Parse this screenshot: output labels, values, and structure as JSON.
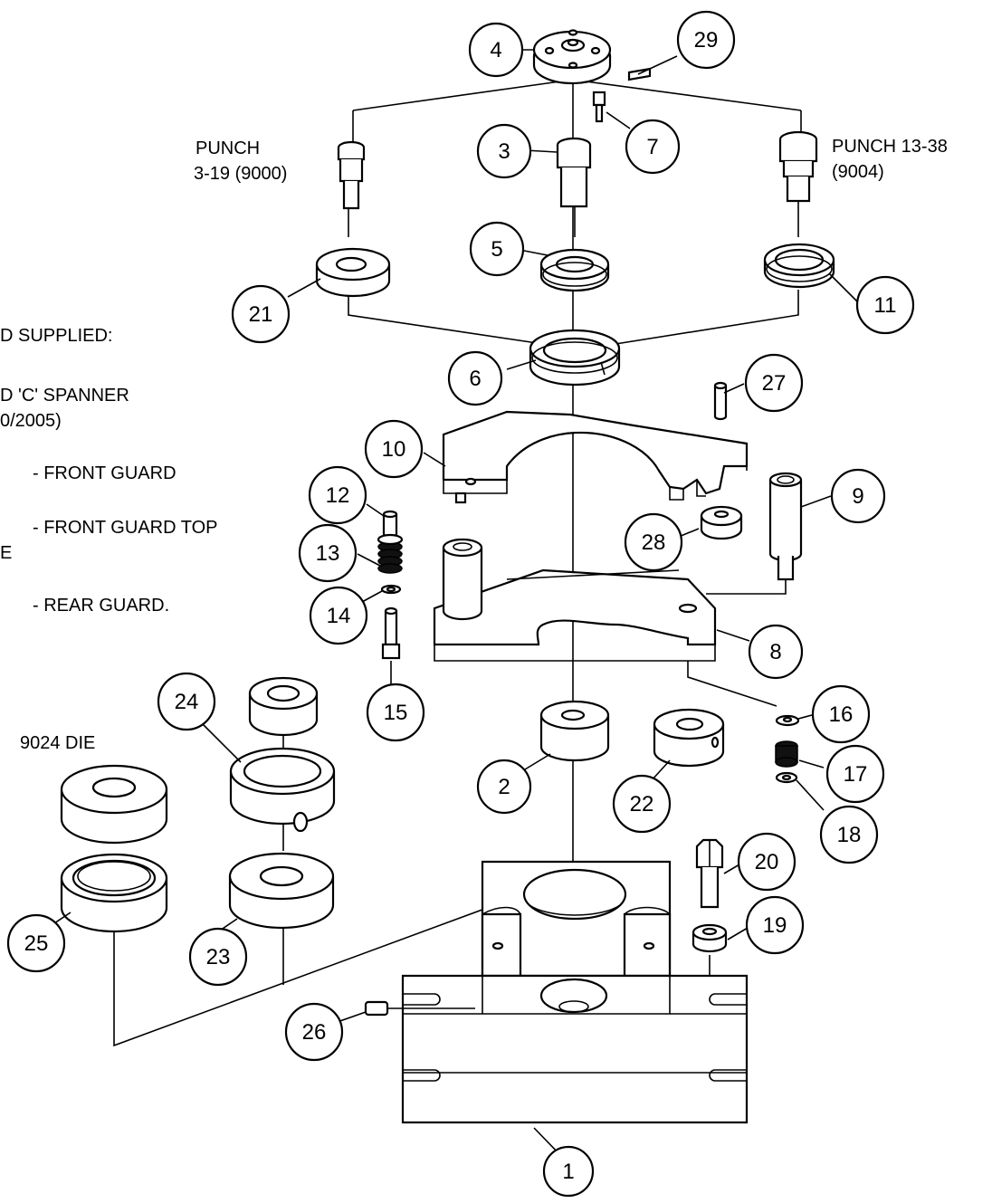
{
  "callouts": {
    "c1": "1",
    "c2": "2",
    "c3": "3",
    "c4": "4",
    "c5": "5",
    "c6": "6",
    "c7": "7",
    "c8": "8",
    "c9": "9",
    "c10": "10",
    "c11": "11",
    "c12": "12",
    "c13": "13",
    "c14": "14",
    "c15": "15",
    "c16": "16",
    "c17": "17",
    "c18": "18",
    "c19": "19",
    "c20": "20",
    "c21": "21",
    "c22": "22",
    "c23": "23",
    "c24": "24",
    "c25": "25",
    "c26": "26",
    "c27": "27",
    "c28": "28",
    "c29": "29"
  },
  "labels": {
    "punch_left_1": "PUNCH",
    "punch_left_2": "3-19 (9000)",
    "punch_right_1": "PUNCH 13-38",
    "punch_right_2": "(9004)",
    "die_9024": "9024 DIE"
  },
  "notes": {
    "line1": "D SUPPLIED:",
    "line2": "D 'C' SPANNER",
    "line3": "0/2005)",
    "line4": "- FRONT GUARD",
    "line5": "- FRONT GUARD TOP",
    "line6": "E",
    "line7": "- REAR GUARD."
  }
}
